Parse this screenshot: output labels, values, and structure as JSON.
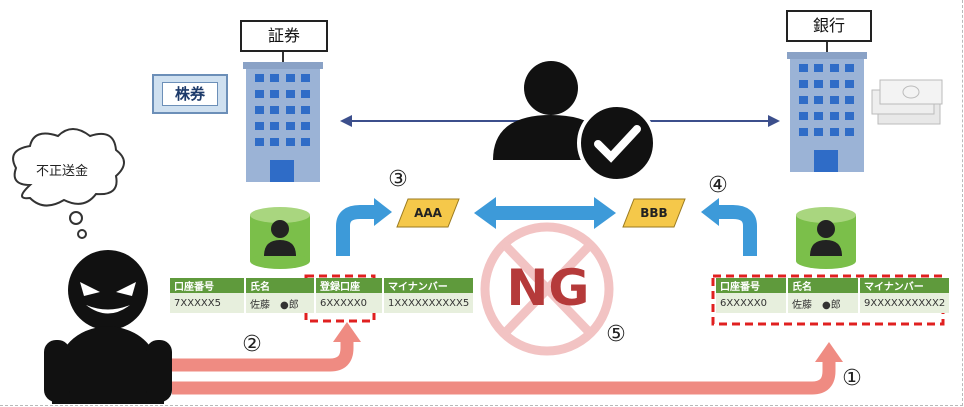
{
  "buildings": {
    "securities_label": "証券",
    "bank_label": "銀行"
  },
  "stock_certificate": {
    "label": "株券"
  },
  "fraudster": {
    "thought": "不正送金"
  },
  "left_table": {
    "headers": [
      "口座番号",
      "氏名",
      "登録口座",
      "マイナンバー"
    ],
    "row": [
      "7XXXXX5",
      "佐藤　●郎",
      "6XXXXX0",
      "1XXXXXXXXXX5"
    ]
  },
  "right_table": {
    "headers": [
      "口座番号",
      "氏名",
      "マイナンバー"
    ],
    "row": [
      "6XXXXX0",
      "佐藤　●郎",
      "9XXXXXXXXXX2"
    ]
  },
  "ids": {
    "aaa": "AAA",
    "bbb": "BBB"
  },
  "ng_label": "NG",
  "steps": {
    "one": "①",
    "two": "②",
    "three": "③",
    "four": "④",
    "five": "⑤"
  },
  "colors": {
    "building": "#9bb3d6",
    "window": "#2f6cc7",
    "table_header": "#5f9a3c",
    "table_row": "#e7efdd",
    "blue_arrow": "#3d9ad9",
    "red_arrow": "#ef8b82",
    "ng": "#b53a3a",
    "dashed_red": "#e02020",
    "id_box": "#f5c84a"
  }
}
